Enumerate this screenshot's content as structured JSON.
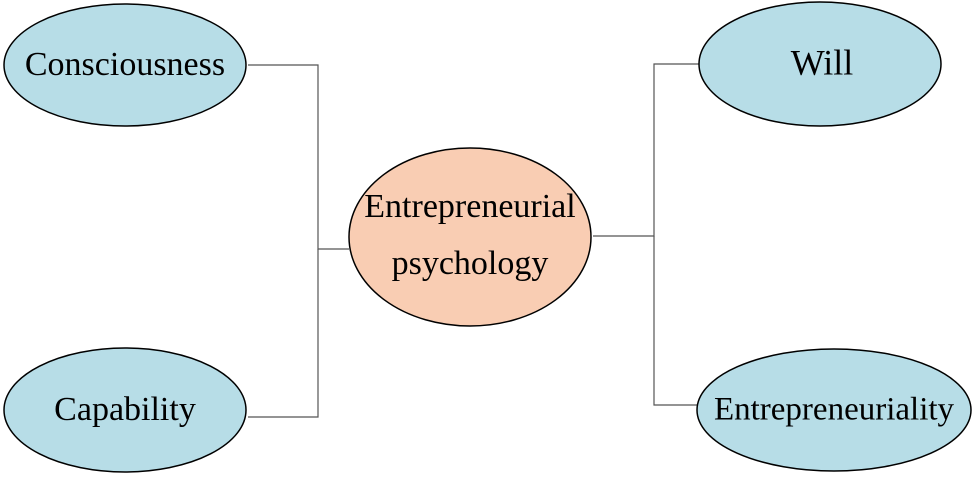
{
  "diagram": {
    "center": {
      "line1": "Entrepreneurial",
      "line2": "psychology"
    },
    "nodes": {
      "consciousness": "Consciousness",
      "capability": "Capability",
      "will": "Will",
      "entrepreneuriality": "Entrepreneuriality"
    },
    "colors": {
      "outer_fill": "#b7dde7",
      "center_fill": "#f9cdb3",
      "stroke": "#000000",
      "connector": "#555555"
    }
  }
}
